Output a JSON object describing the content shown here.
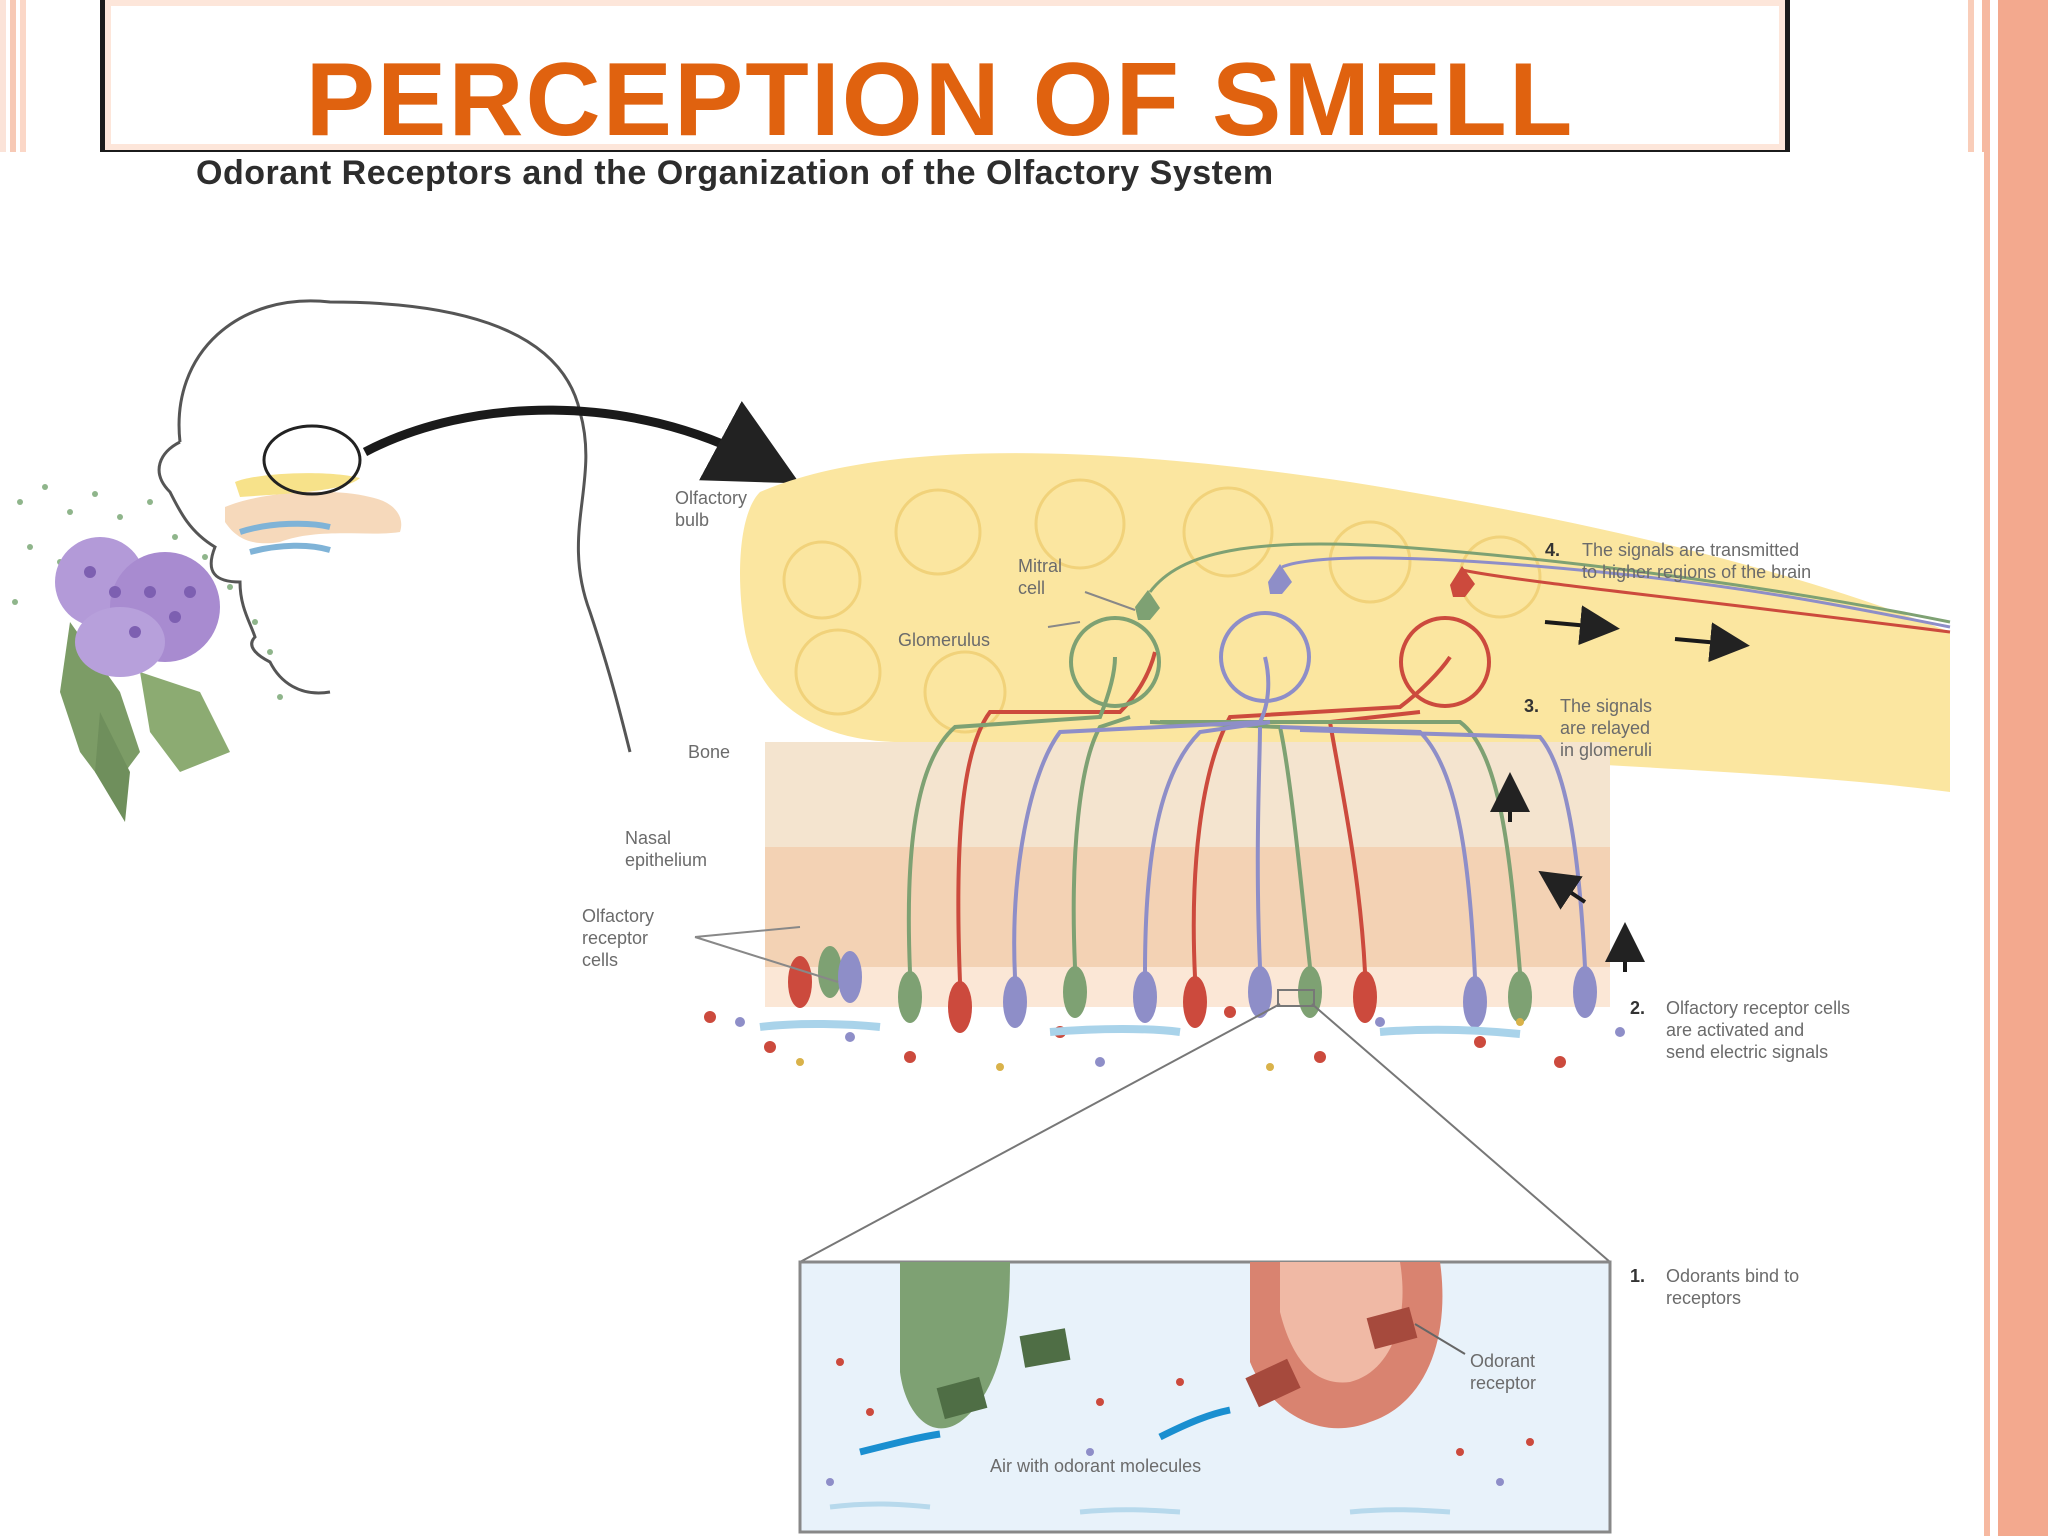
{
  "slide": {
    "title": "PERCEPTION OF SMELL",
    "figure_title": "Odorant Receptors and the Organization of the Olfactory System"
  },
  "labels": {
    "olfactory_bulb": [
      "Olfactory",
      "bulb"
    ],
    "mitral_cell": [
      "Mitral",
      "cell"
    ],
    "glomerulus": "Glomerulus",
    "bone": "Bone",
    "nasal_epithelium": [
      "Nasal",
      "epithelium"
    ],
    "olfactory_receptor_cells": [
      "Olfactory",
      "receptor",
      "cells"
    ],
    "odorant_receptor": [
      "Odorant",
      "receptor"
    ],
    "air_with_odorant_molecules": "Air with odorant molecules"
  },
  "steps": [
    {
      "number": "1.",
      "lines": [
        "Odorants bind to",
        "receptors"
      ]
    },
    {
      "number": "2.",
      "lines": [
        "Olfactory receptor cells",
        "are activated and",
        "send electric signals"
      ]
    },
    {
      "number": "3.",
      "lines": [
        "The signals",
        "are relayed",
        "in glomeruli"
      ]
    },
    {
      "number": "4.",
      "lines": [
        "The signals are transmitted",
        "to higher regions of the brain"
      ]
    }
  ],
  "colors": {
    "title": "#e0620f",
    "bulb": "#fbe6a0",
    "red_cell": "#cc4a3d",
    "green_cell": "#7ea173",
    "blue_cell": "#8e8ec8",
    "flower": "#a98fd0"
  }
}
